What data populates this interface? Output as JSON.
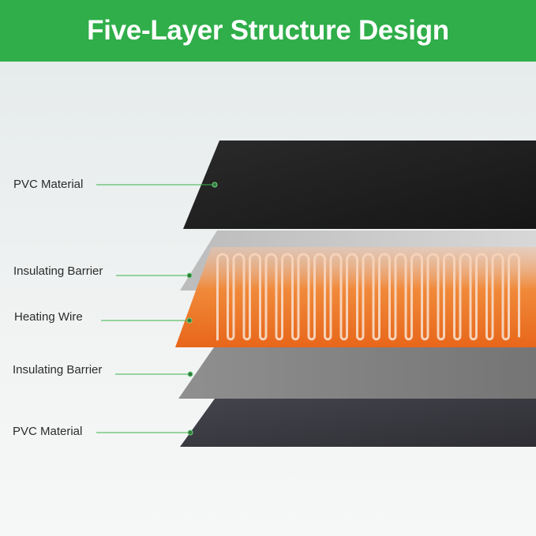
{
  "header": {
    "title": "Five-Layer Structure Design"
  },
  "layers": [
    {
      "label": "PVC Material"
    },
    {
      "label": "Insulating Barrier"
    },
    {
      "label": "Heating Wire"
    },
    {
      "label": "Insulating Barrier"
    },
    {
      "label": "PVC Material"
    }
  ],
  "colors": {
    "banner": "#2fae49",
    "pointer": "#3ab54a",
    "pvc_top": "#1f1f1f",
    "pvc_bottom": "#3a3a40",
    "barrier": "#8a8a8a",
    "heating": "#f07a1e",
    "wire": "#f4c7a6"
  }
}
